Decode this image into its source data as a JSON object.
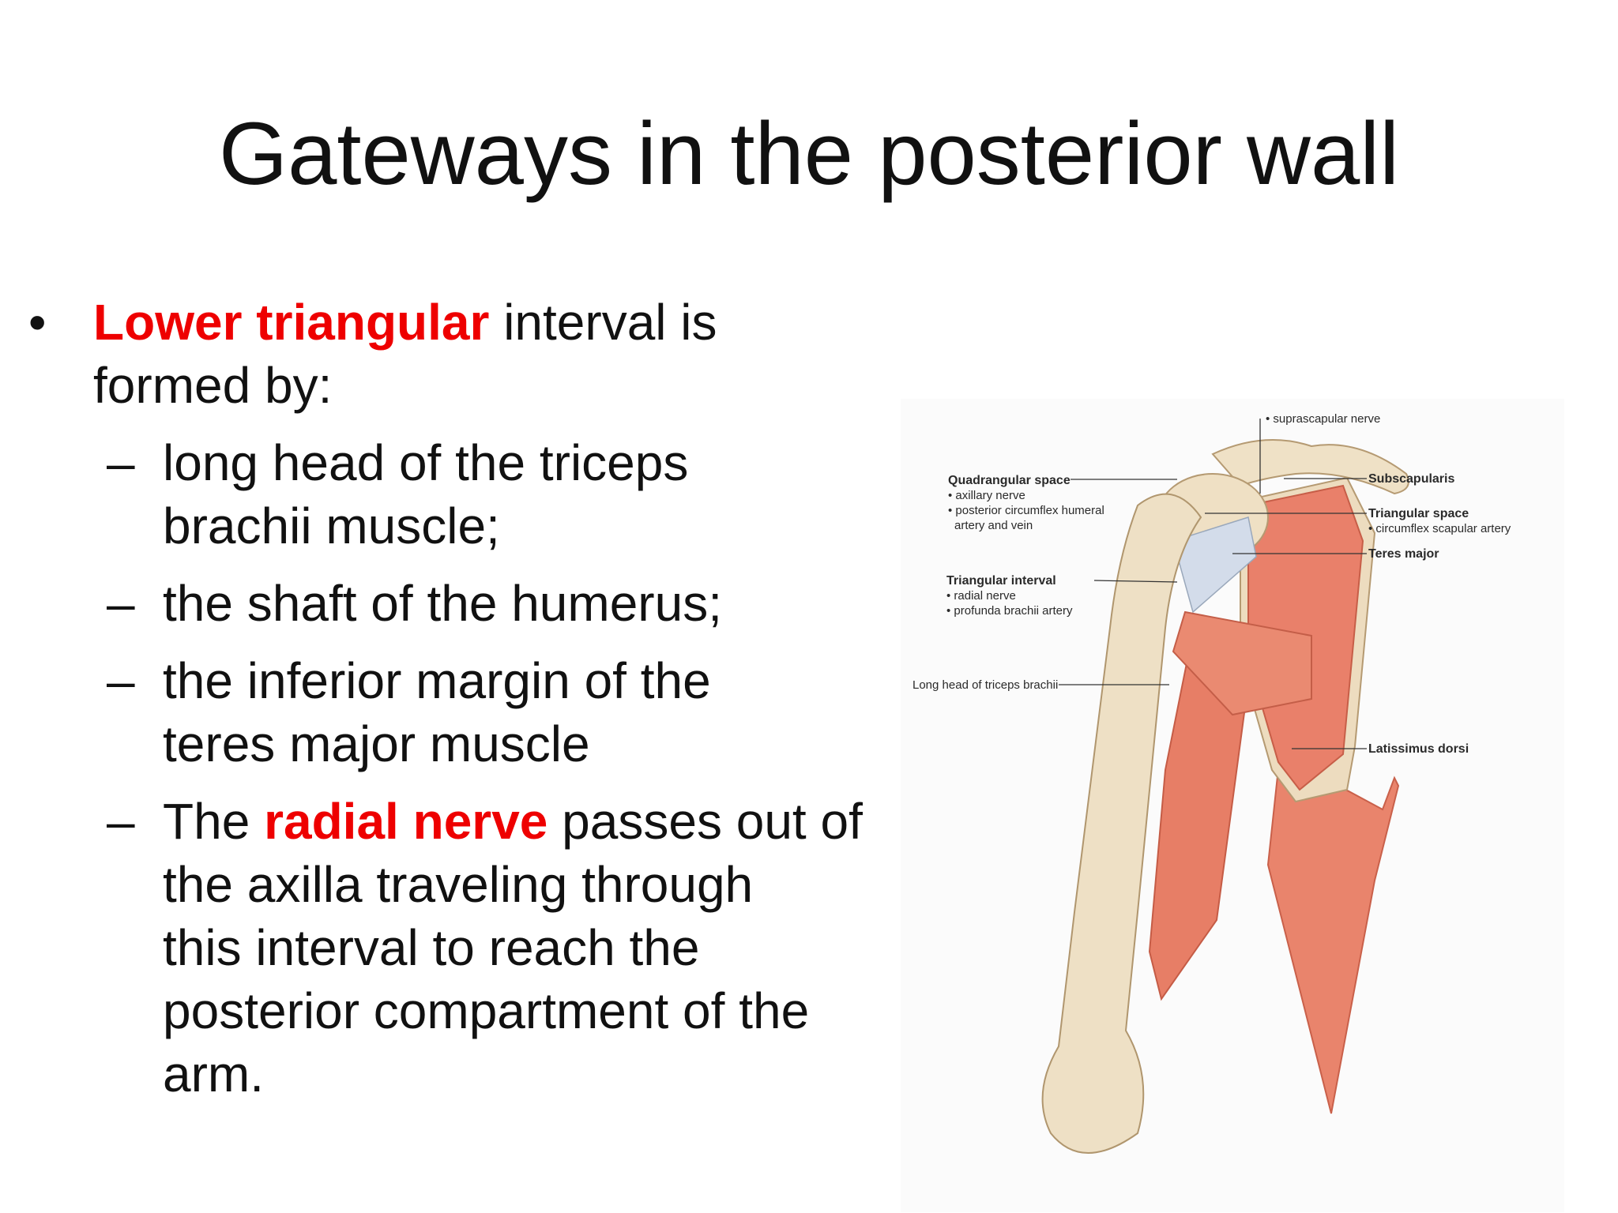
{
  "title": "Gateways in the posterior wall",
  "bullet": {
    "symbol": "•",
    "highlight": "Lower triangular",
    "rest_line1": " interval is",
    "rest_line2": "formed by:",
    "sub_symbol": "–",
    "sub_items": [
      {
        "line1": "long head of the triceps",
        "line2": "brachii muscle;"
      },
      {
        "line1": "the shaft of the humerus;"
      },
      {
        "line1": "the inferior margin of the",
        "line2": "teres major muscle"
      }
    ],
    "last_item": {
      "pre": "The ",
      "highlight": "radial nerve",
      "post": " passes out of",
      "line2": "the axilla traveling through",
      "line3": "this interval to reach the",
      "line4": "posterior compartment of the",
      "line5": "arm."
    }
  },
  "figure_labels": {
    "suprascapular": "• suprascapular nerve",
    "quadrangular_title": "Quadrangular space",
    "quadrangular_1": "• axillary nerve",
    "quadrangular_2": "• posterior circumflex humeral",
    "quadrangular_3": "artery and vein",
    "triangular_interval_title": "Triangular interval",
    "triangular_interval_1": "• radial nerve",
    "triangular_interval_2": "• profunda brachii artery",
    "long_head": "Long head of triceps brachii",
    "subscapularis": "Subscapularis",
    "triangular_space_title": "Triangular space",
    "triangular_space_1": "• circumflex scapular artery",
    "teres_major": "Teres major",
    "latissimus": "Latissimus dorsi"
  },
  "colors": {
    "highlight": "#ee0000",
    "muscle": "#e8806a",
    "bone": "#ecdcc0",
    "tendon": "#cfd9e6"
  }
}
